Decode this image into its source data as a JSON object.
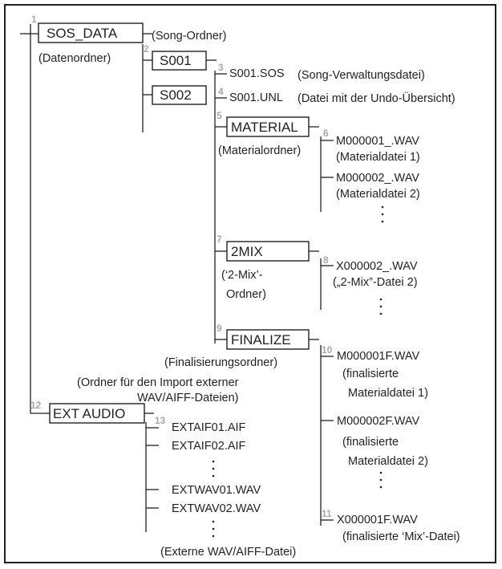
{
  "diagram": {
    "nodes": {
      "n1": {
        "num": "1",
        "label": "SOS_DATA"
      },
      "n2": {
        "num": "2",
        "label": "S001"
      },
      "n2b": {
        "label": "S002"
      },
      "n5": {
        "num": "5",
        "label": "MATERIAL"
      },
      "n7": {
        "num": "7",
        "label": "2MIX"
      },
      "n9": {
        "num": "9",
        "label": "FINALIZE"
      },
      "n12": {
        "num": "12",
        "label": "EXT AUDIO"
      }
    },
    "files": {
      "f3": {
        "num": "3",
        "label": "S001.SOS"
      },
      "f4": {
        "num": "4",
        "label": "S001.UNL"
      },
      "f6a": {
        "num": "6",
        "label": "M000001_.WAV"
      },
      "f6b": {
        "label": "M000002_.WAV"
      },
      "f8": {
        "num": "8",
        "label": "X000002_.WAV"
      },
      "f10a": {
        "num": "10",
        "label": "M000001F.WAV"
      },
      "f10b": {
        "label": "M000002F.WAV"
      },
      "f11": {
        "num": "11",
        "label": "X000001F.WAV"
      },
      "f13a": {
        "num": "13",
        "label": "EXTAIF01.AIF"
      },
      "f13b": {
        "label": "EXTAIF02.AIF"
      },
      "f13c": {
        "label": "EXTWAV01.WAV"
      },
      "f13d": {
        "label": "EXTWAV02.WAV"
      }
    },
    "annotations": {
      "song_ordner": "(Song-Ordner)",
      "datenordner": "(Datenordner)",
      "song_verwaltung": "(Song-Verwaltungsdatei)",
      "undo": "(Datei mit der Undo-Übersicht)",
      "materialordner": "(Materialordner)",
      "materialdatei1": "(Materialdatei 1)",
      "materialdatei2": "(Materialdatei 2)",
      "mix_ordner_1": "(‘2-Mix’-",
      "mix_ordner_2": "Ordner)",
      "mix_datei": "(„2-Mix”-Datei 2)",
      "finalisierungsordner": "(Finalisierungsordner)",
      "import_1": "(Ordner für den Import externer",
      "import_2": "WAV/AIFF-Dateien)",
      "final_mat1_1": "(finalisierte",
      "final_mat1_2": "Materialdatei 1)",
      "final_mat2_1": "(finalisierte",
      "final_mat2_2": "Materialdatei 2)",
      "final_mix": "(finalisierte ‘Mix’-Datei)",
      "extern": "(Externe WAV/AIFF-Datei)"
    }
  }
}
